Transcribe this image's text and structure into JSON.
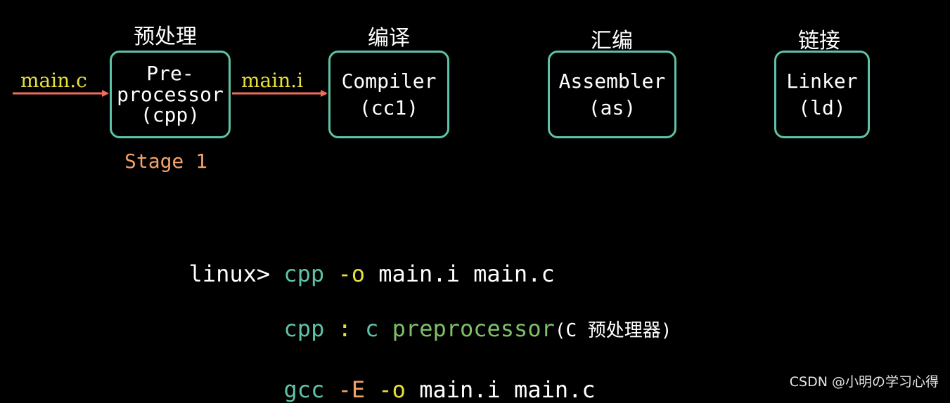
{
  "colors": {
    "box_border": "#5fc2a8",
    "arrow": "#f26d5b",
    "flow_label": "#e6e03a",
    "stage_note": "#f2a36b",
    "cmd_teal": "#5fc2a8",
    "cmd_yellow": "#e6e03a",
    "cmd_orange": "#f2a36b",
    "cmd_green": "#7fbf6a",
    "text": "#ffffff"
  },
  "stages": [
    {
      "title": "预处理",
      "lines": [
        "Pre-",
        "processor",
        "(cpp)"
      ]
    },
    {
      "title": "编译",
      "lines": [
        "Compiler",
        "(cc1)"
      ]
    },
    {
      "title": "汇编",
      "lines": [
        "Assembler",
        "(as)"
      ]
    },
    {
      "title": "链接",
      "lines": [
        "Linker",
        "(ld)"
      ]
    }
  ],
  "flow": {
    "input_label": "main.c",
    "output_label": "main.i"
  },
  "stage_note": "Stage 1",
  "commands": {
    "line1": {
      "prompt": "linux>",
      "tool": "cpp",
      "flag": "-o",
      "output": "main.i",
      "input": "main.c"
    },
    "line2": {
      "tool": "cpp",
      "sep": ":",
      "c": "c",
      "word": "preprocessor",
      "paren": "(C 预处理器)"
    },
    "line3": {
      "tool": "gcc",
      "flag1": "-E",
      "flag2": "-o",
      "output": "main.i",
      "input": "main.c"
    }
  },
  "watermark": "CSDN @小明の学习心得"
}
